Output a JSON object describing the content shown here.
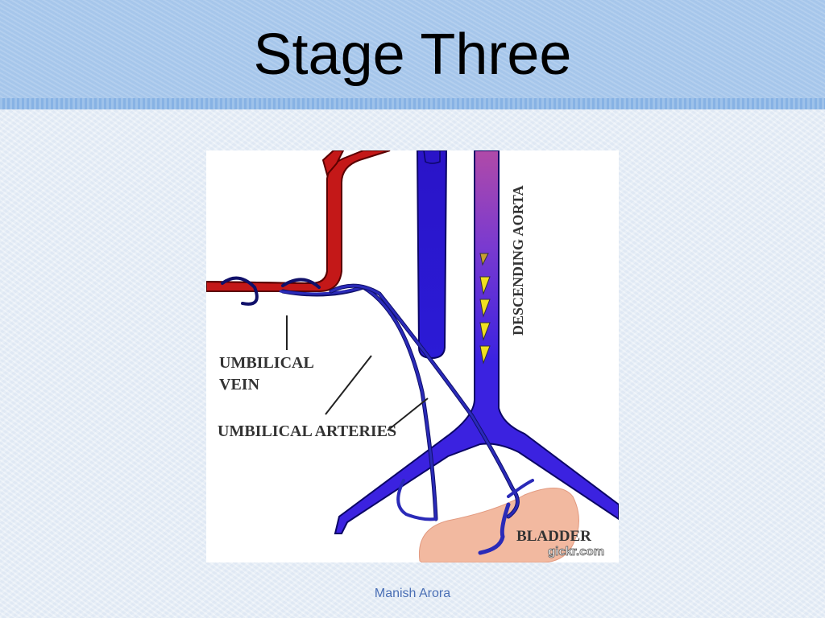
{
  "slide": {
    "title": "Stage Three",
    "footer": "Manish Arora"
  },
  "figure": {
    "labels": {
      "descending_aorta": "DESCENDING AORTA",
      "umbilical_vein_line1": "UMBILICAL",
      "umbilical_vein_line2": "VEIN",
      "umbilical_arteries": "UMBILICAL ARTERIES",
      "bladder": "BLADDER",
      "watermark": "gickr.com"
    },
    "colors": {
      "umbilical_vein": "#c41818",
      "umbilical_arteries": "#1a1a8c",
      "aorta_top": "#b04aa8",
      "aorta_body": "#3b22e0",
      "inferior_vessel": "#2b1bd6",
      "bladder": "#f2b9a0",
      "flow_arrows": "#f0e020",
      "background_header": "#a9c8ec"
    }
  }
}
